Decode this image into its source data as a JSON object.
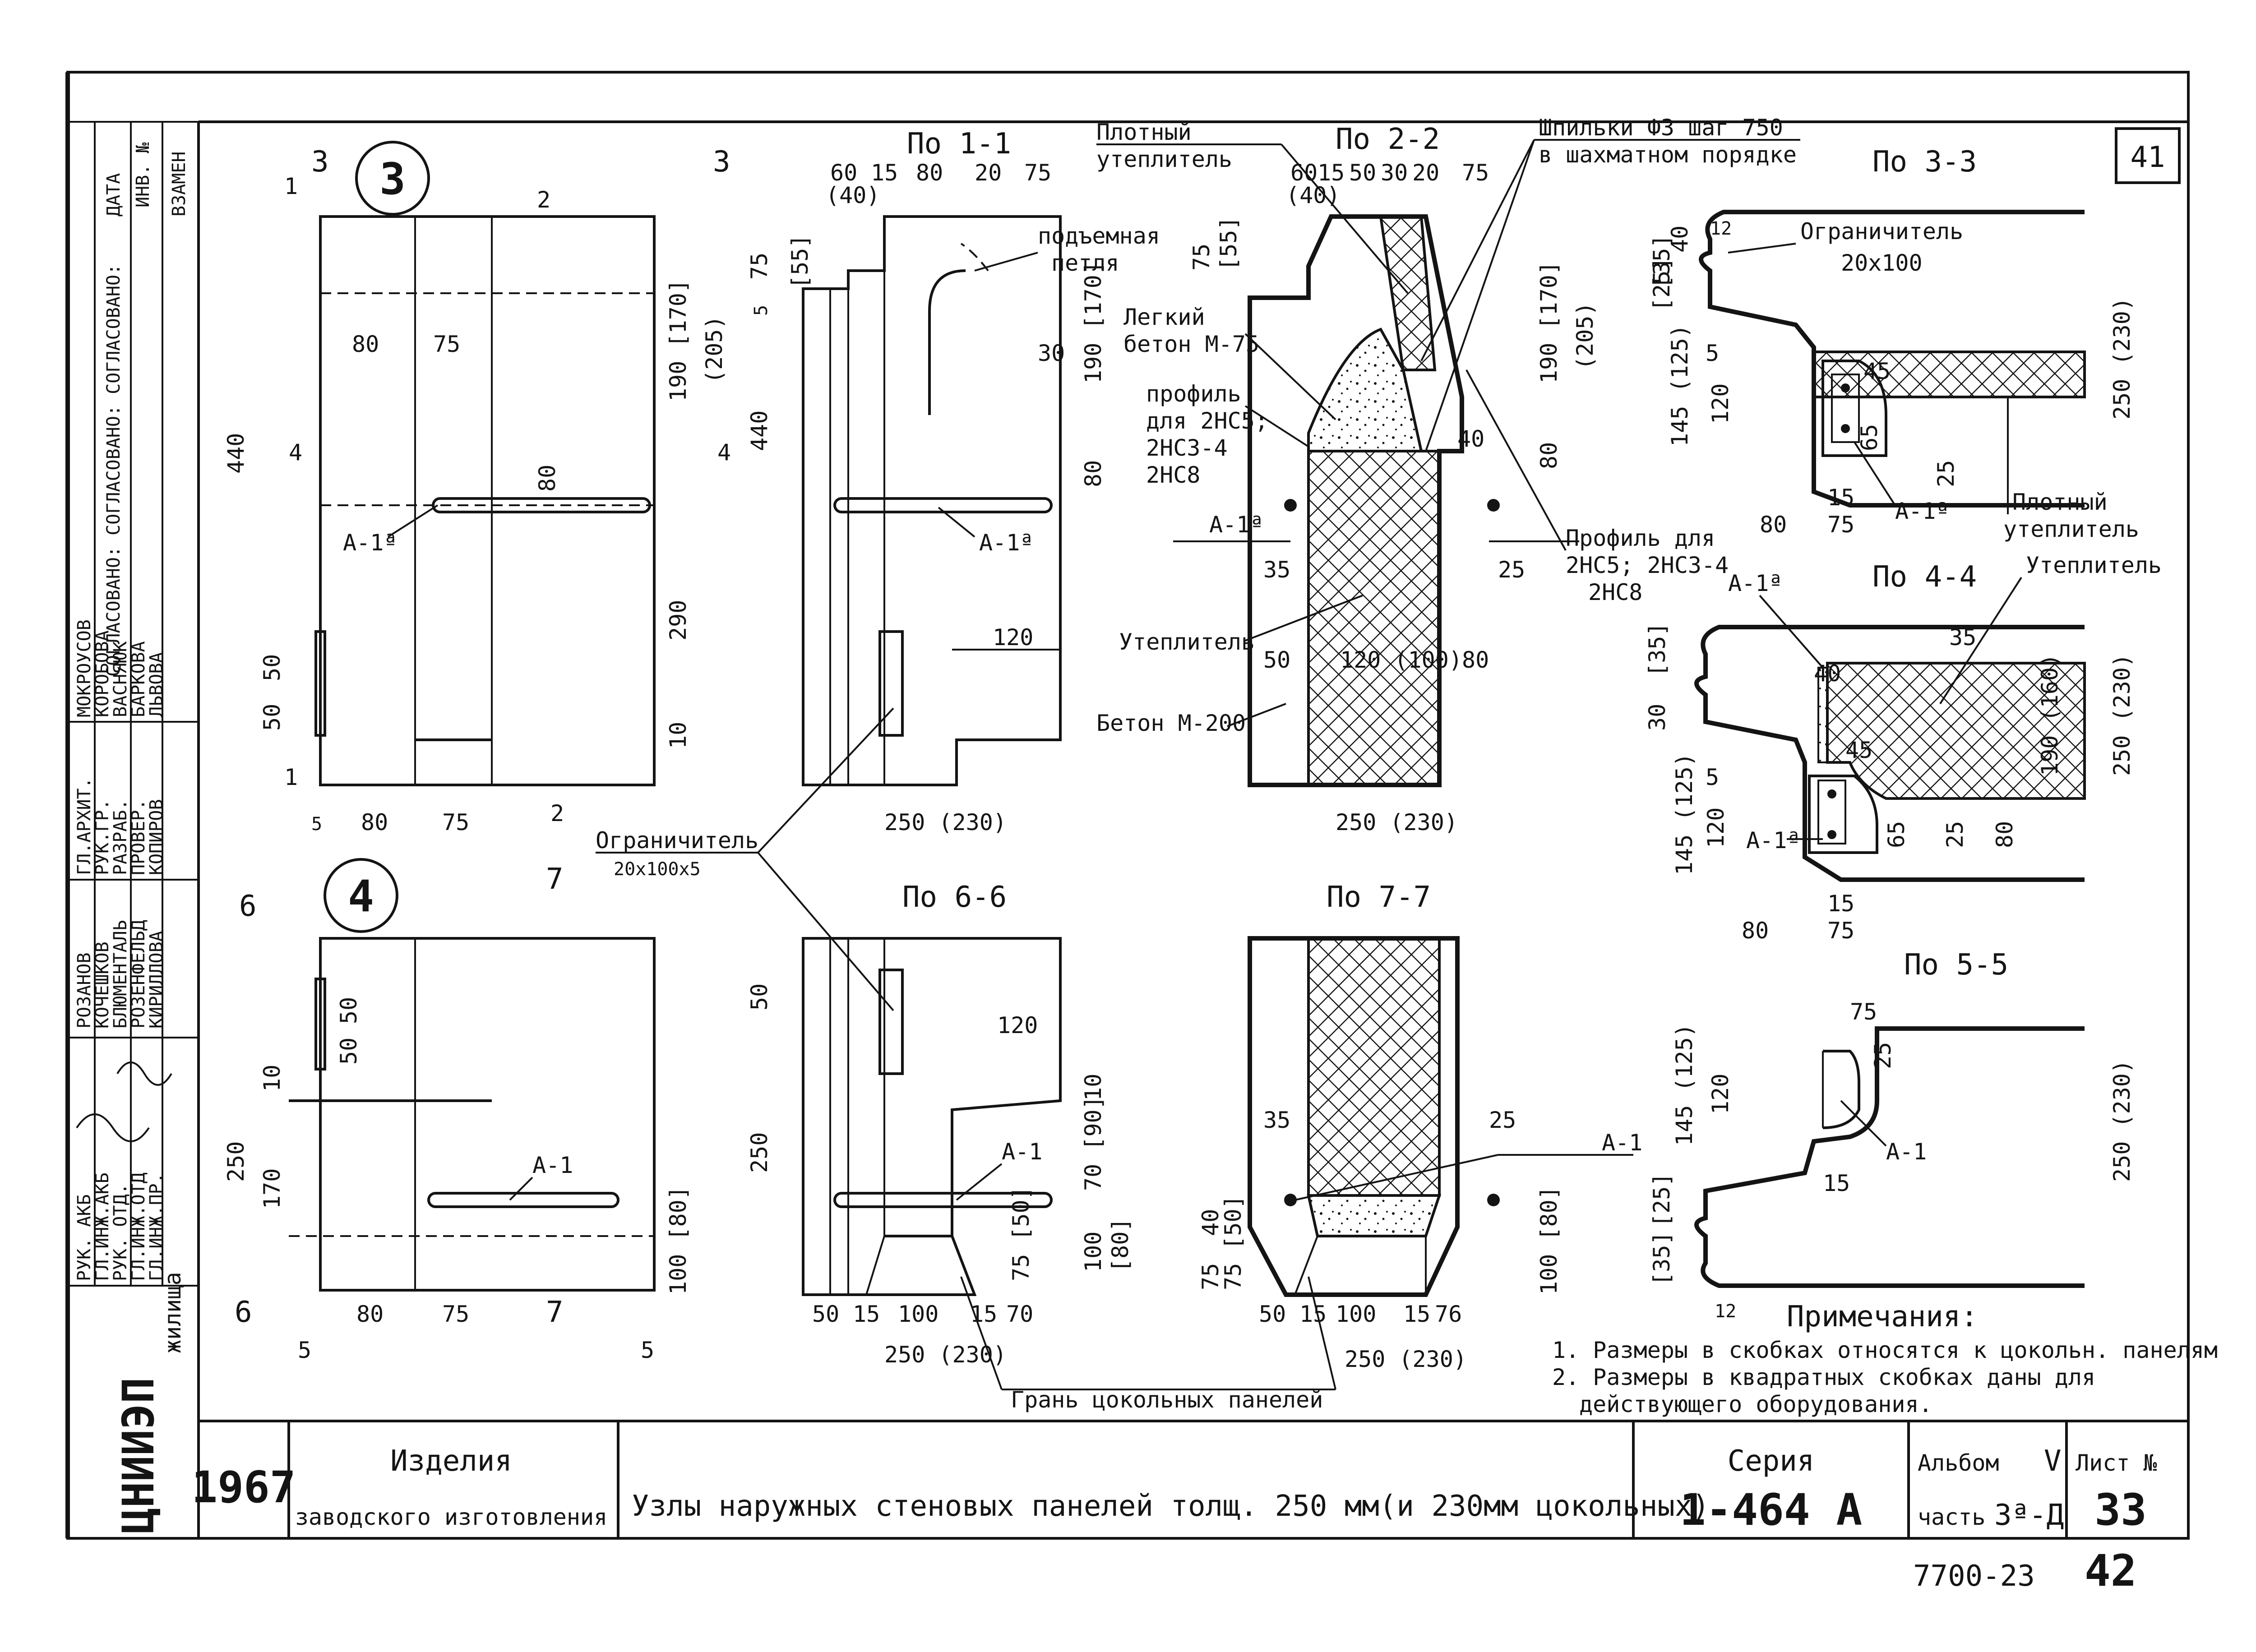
{
  "sheet": {
    "number": "41",
    "corner_number": "42",
    "archive_code": "7700-23"
  },
  "title_block": {
    "institute": "ЦНИИЭП",
    "institute_suffix": "жилища",
    "year": "1967",
    "products_line1": "Изделия",
    "products_line2": "заводского изготовления",
    "title": "Узлы наружных стеновых панелей толщ. 250 мм(и 230мм цокольных)",
    "series_label": "Серия",
    "series_value": "1-464 А",
    "album_label": "Альбом",
    "album_value": "V",
    "part_label": "часть",
    "part_value": "3ª-Д",
    "sheet_label": "Лист №",
    "sheet_value": "33"
  },
  "stamp": {
    "side_header": "СОГЛАСОВАНО: СОГЛАСОВАНО: СОГЛАСОВАНО:",
    "side_date": "ДАТА",
    "side_inv": "ИНВ. №",
    "side_replace": "ВЗАМЕН",
    "roles": [
      "РУК. АКБ",
      "ГЛ.ИНЖ.АКБ",
      "РУК. ОТД.",
      "ГЛ.ИНЖ.ОТД",
      "ГЛ.ИНЖ.ПР."
    ],
    "names_left": [
      "РОЗАНОВ",
      "КОЧЕШКОВ",
      "БЛЮМЕНТАЛЬ",
      "РОЗЕНФЕЛЬД",
      "КИРИЛЛОВА"
    ],
    "roles_mid": [
      "ГЛ.АРХИТ.",
      "РУК.ГР.",
      "РАЗРАБ.",
      "ПРОВЕР.",
      "КОПИРОВ"
    ],
    "names_right": [
      "МОКРОУСОВ",
      "КОРОБОВА",
      "ВАСНЯЮК",
      "БАРКОВА",
      "ЛЬВОВА"
    ]
  },
  "views": {
    "node3": "3",
    "node4": "4",
    "sec11": "По 1-1",
    "sec22": "По 2-2",
    "sec33": "По 3-3",
    "sec44": "По 4-4",
    "sec55": "По 5-5",
    "sec66": "По 6-6",
    "sec77": "По 7-7"
  },
  "labels": {
    "a1a": "А-1ª",
    "a1": "А-1",
    "lifting_loop_1": "подъемная",
    "lifting_loop_2": "петля",
    "dense_insulation_1": "Плотный",
    "dense_insulation_2": "утеплитель",
    "studs_1": "Шпильки Ф3 шаг 750",
    "studs_2": "в шахматном порядке",
    "light_concrete_1": "Легкий",
    "light_concrete_2": "бетон М-75",
    "profile_1": "профиль",
    "profile_2": "для 2НС5;",
    "profile_3": "2НС3-4",
    "profile_4": "2НС8",
    "profile_b_1": "Профиль для",
    "profile_b_2": "2НС5; 2НС3-4",
    "profile_b_3": "2НС8",
    "insulation": "Утеплитель",
    "concrete_200": "Бетон М-200",
    "limiter": "Ограничитель",
    "limiter_size": "20x100x5",
    "limiter_size_33": "20x100",
    "plinth_edge": "Грань цокольных панелей"
  },
  "dims": {
    "d440": "440",
    "d80": "80",
    "d75": "75",
    "d50": "50",
    "d10": "10",
    "d190": "190 [170]",
    "d205": "(205)",
    "d290": "290",
    "d5": "5",
    "d60": "60",
    "d15": "15",
    "d20": "20",
    "d40p": "(40)",
    "d55": "[55]",
    "d30": "30",
    "d120": "120",
    "d250_230": "250 (230)",
    "d35": "35",
    "d25": "25",
    "d120_100": "120 (100)",
    "d250": "250",
    "d170": "170",
    "d100_80": "100 [80]",
    "d70_90": "70 [90]",
    "d100": "100",
    "d100b": "[80]",
    "d75_50": "75 [50]",
    "d70": "70",
    "d145": "145 (125)",
    "d65": "65",
    "d40": "40",
    "d12": "12",
    "d45": "45",
    "d35b": "[35]",
    "d25b": "[25]",
    "d190_160": "190 (160)",
    "d30_20": "30",
    "d76": "76"
  },
  "notes": {
    "heading": "Примечания:",
    "n1": "1. Размеры в скобках относятся к цокольн. панелям",
    "n2": "2. Размеры в квадратных скобках даны для",
    "n3": "действующего оборудования."
  }
}
